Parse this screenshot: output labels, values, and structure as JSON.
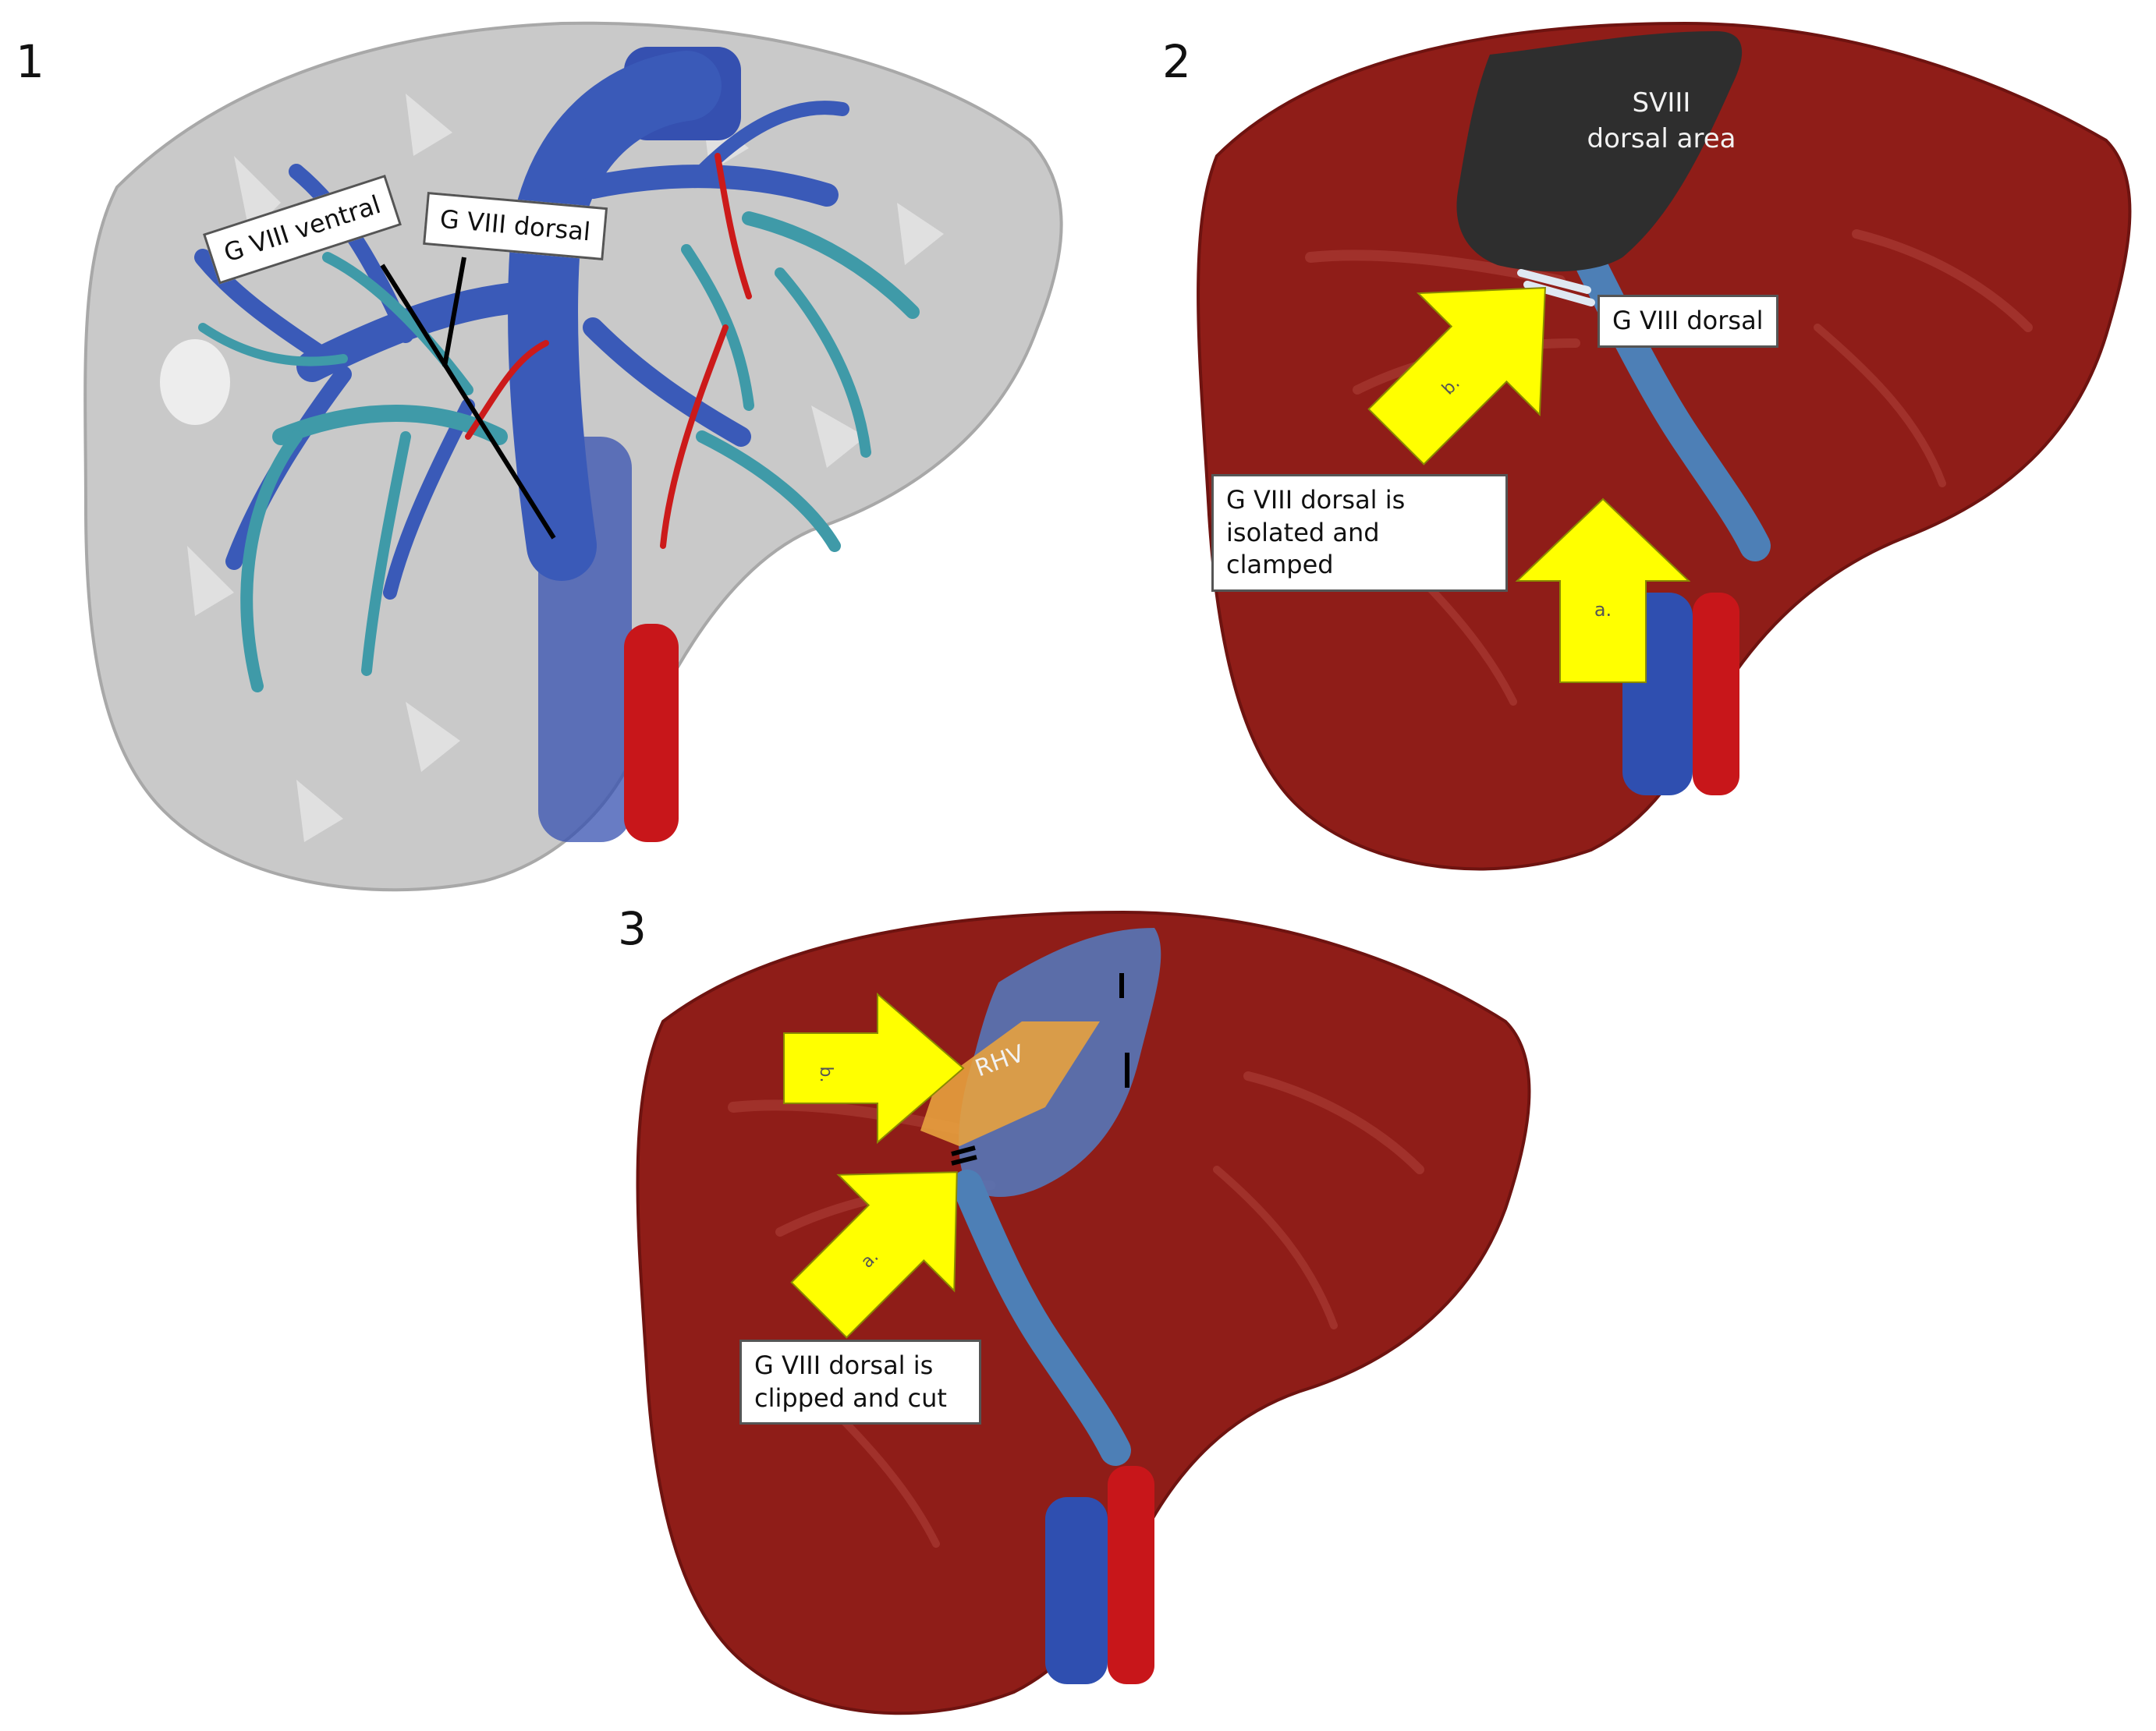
{
  "panels": [
    {
      "number": "1",
      "labels": {
        "ventral": "G VIII ventral",
        "dorsal": "G VIII dorsal"
      }
    },
    {
      "number": "2",
      "labels": {
        "region": "SVIII\ndorsal area",
        "dorsal": "G VIII dorsal",
        "note": "G VIII dorsal is\nisolated and clamped",
        "arrow_a": "a.",
        "arrow_b": "b."
      }
    },
    {
      "number": "3",
      "labels": {
        "vein": "RHV",
        "note": "G VIII dorsal is\nclipped and cut",
        "arrow_a": "a.",
        "arrow_b": "b."
      }
    }
  ],
  "colors": {
    "liver_grey": "#c9c9c9",
    "liver_red": "#8f1d18",
    "portal_blue": "#3a5ab8",
    "hepatic_teal": "#3f9aa8",
    "artery_red": "#cc1a1a",
    "arrow_yellow": "#ffff00",
    "dorsal_area": "#2e2e2e",
    "resection_orange": "#e7a13e"
  }
}
